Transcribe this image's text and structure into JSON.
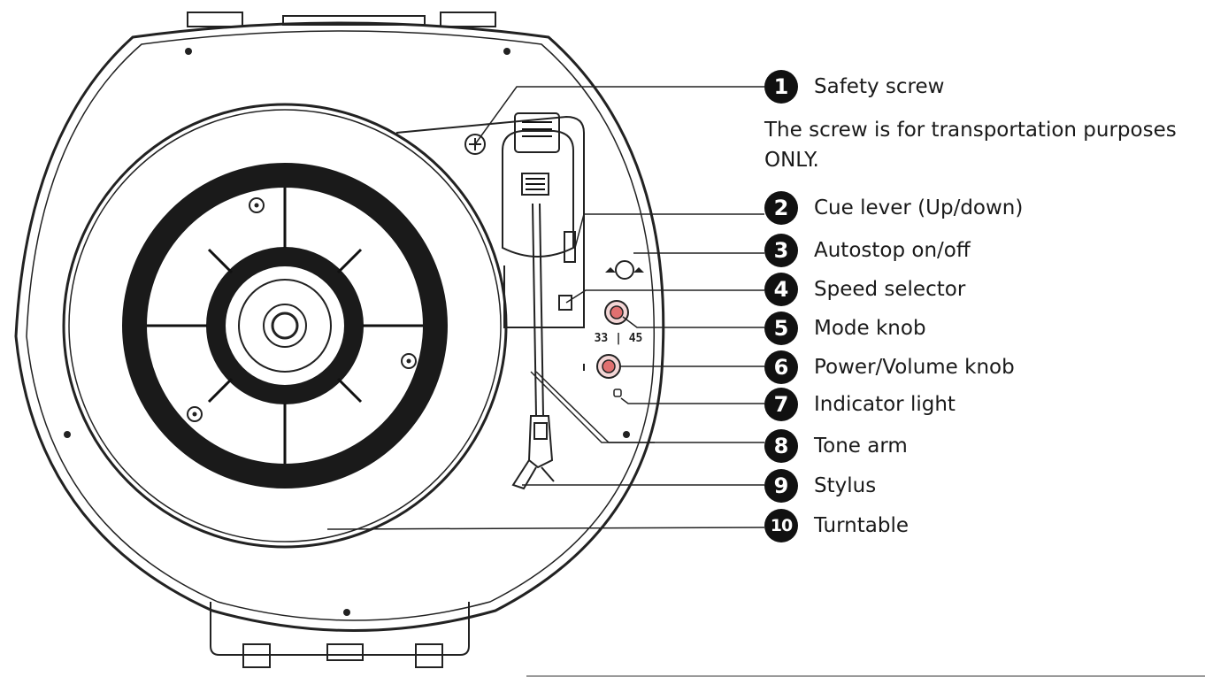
{
  "legend": [
    {
      "num": "1",
      "label": "Safety screw"
    },
    {
      "num": "2",
      "label": "Cue lever (Up/down)"
    },
    {
      "num": "3",
      "label": "Autostop on/off"
    },
    {
      "num": "4",
      "label": "Speed selector"
    },
    {
      "num": "5",
      "label": "Mode knob"
    },
    {
      "num": "6",
      "label": "Power/Volume knob"
    },
    {
      "num": "7",
      "label": "Indicator light"
    },
    {
      "num": "8",
      "label": "Tone arm"
    },
    {
      "num": "9",
      "label": "Stylus"
    },
    {
      "num": "10",
      "label": "Turntable"
    }
  ],
  "note": "The screw is for transportation purposes ONLY.",
  "panel_marks": {
    "speed": "33 | 45"
  },
  "colors": {
    "line": "#222222",
    "badge": "#111111",
    "knob": "#e07070"
  }
}
